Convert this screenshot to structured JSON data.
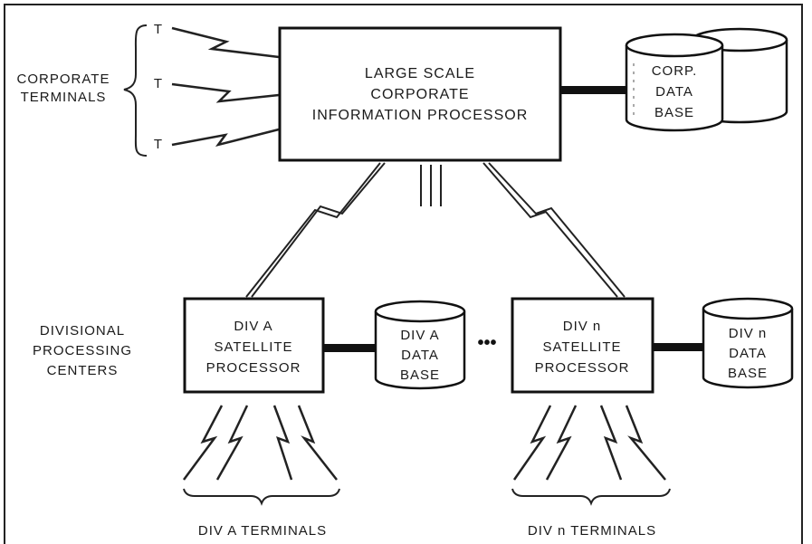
{
  "corporate_terminals": {
    "label_lines": [
      "CORPORATE",
      "TERMINALS"
    ],
    "terminal_marks": [
      "T",
      "T",
      "T"
    ]
  },
  "corporate_processor": {
    "lines": [
      "LARGE SCALE",
      "CORPORATE",
      "INFORMATION PROCESSOR"
    ]
  },
  "corporate_database": {
    "lines": [
      "CORP.",
      "DATA",
      "BASE"
    ]
  },
  "divisional": {
    "label_lines": [
      "DIVISIONAL",
      "PROCESSING",
      "CENTERS"
    ],
    "ellipsis": "•••"
  },
  "div_a": {
    "processor_lines": [
      "DIV A",
      "SATELLITE",
      "PROCESSOR"
    ],
    "database_lines": [
      "DIV A",
      "DATA",
      "BASE"
    ],
    "terminals_label": "DIV A TERMINALS"
  },
  "div_n": {
    "processor_lines": [
      "DIV n",
      "SATELLITE",
      "PROCESSOR"
    ],
    "database_lines": [
      "DIV n",
      "DATA",
      "BASE"
    ],
    "terminals_label": "DIV n TERMINALS"
  }
}
